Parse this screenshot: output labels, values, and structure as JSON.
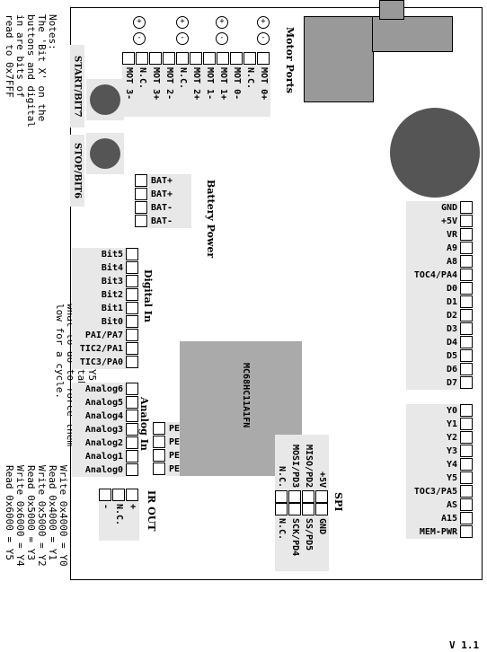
{
  "notes": {
    "left": [
      "Notes:",
      "The 'Bit X' on the",
      "buttons and digital",
      "in are bits of",
      "read to 0x7FFF"
    ],
    "middle": [
      "Y0 through Y5 are active",
      "lows. This table shows",
      "what to do to force them",
      "low for a cycle."
    ],
    "right": [
      "Write 0x4000 = Y0",
      "Read  0x4000 = Y1",
      "Write 0x5000 = Y2",
      "Read  0x5000 = Y3",
      "Write 0x6000 = Y4",
      "Read  0x6000 = Y5"
    ]
  },
  "motor": {
    "title": "Motor Ports",
    "pins": [
      "MOT 3-",
      "N.C.",
      "MOT 3+",
      "MOT 2-",
      "N.C.",
      "MOT 2+",
      "MOT 1-",
      "MOT 1+",
      "MOT 0-",
      "N.C.",
      "MOT 0+"
    ],
    "plus": "+",
    "minus": "-"
  },
  "buttons": {
    "start": "START/BIT7",
    "stop": "STOP/BIT6"
  },
  "battery": {
    "title": "Battery Power",
    "pins": [
      "BAT+",
      "BAT+",
      "BAT-",
      "BAT-"
    ]
  },
  "digital": {
    "title": "Digital In",
    "pins": [
      "Bit5",
      "Bit4",
      "Bit3",
      "Bit2",
      "Bit1",
      "Bit0",
      "PAI/PA7",
      "TIC2/PA1",
      "TIC3/PA0"
    ]
  },
  "analog": {
    "title": "Analog In",
    "pins": [
      "Analog6",
      "Analog5",
      "Analog4",
      "Analog3",
      "Analog2",
      "Analog1",
      "Analog0"
    ]
  },
  "portE": {
    "pins": [
      "PE3",
      "PE2",
      "PE1",
      "PE0"
    ]
  },
  "chip": {
    "label": "MC68HC11A1FN"
  },
  "ir": {
    "title": "IR OUT",
    "pins": [
      "-",
      "N.C.",
      "+"
    ]
  },
  "spi": {
    "title": "SPI",
    "top": [
      "N.C.",
      "MOSI/PD3",
      "MISO/PD2",
      "+5V"
    ],
    "bottom": [
      "N.C.",
      "SCK/PD4",
      "SS/PD5",
      "GND"
    ]
  },
  "right_header_1": {
    "pins": [
      "GND",
      "+5V",
      "VR",
      "A9",
      "A8",
      "TOC4/PA4",
      "D0",
      "D1",
      "D2",
      "D3",
      "D4",
      "D5",
      "D6",
      "D7"
    ]
  },
  "right_header_2": {
    "pins": [
      "Y0",
      "Y1",
      "Y2",
      "Y3",
      "Y4",
      "Y5",
      "TOC3/PA5",
      "AS",
      "A15",
      "MEM-PWR"
    ]
  },
  "version": "V 1.1"
}
